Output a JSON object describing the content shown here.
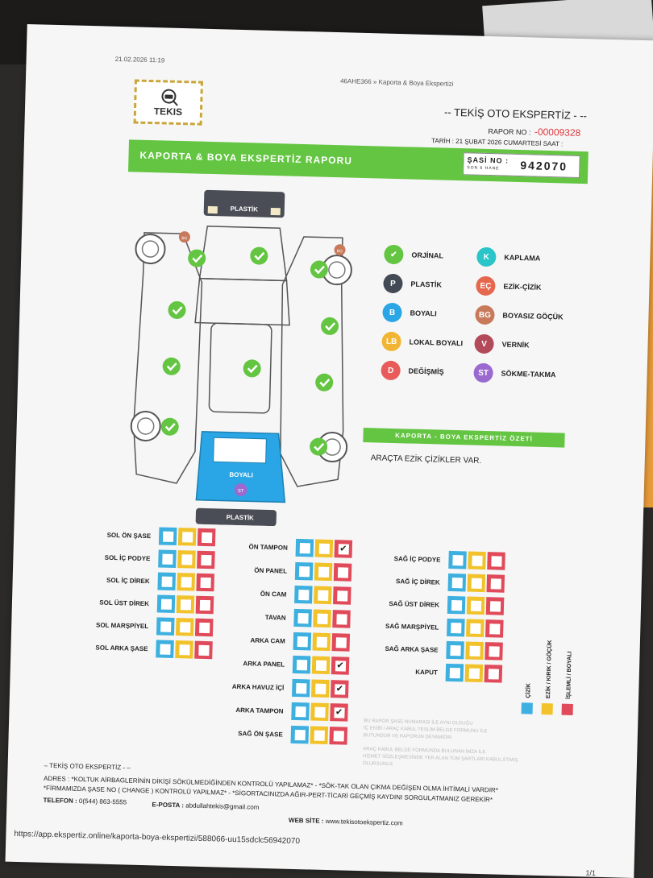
{
  "header": {
    "datetime": "21.02.2026 11:19",
    "doc_title": "46AHE366 » Kaporta & Boya Ekspertizi",
    "logo_text": "TEKIS",
    "company": "-- TEKİŞ OTO EKSPERTİZ - --",
    "report_no_label": "RAPOR NO :",
    "report_no": "-00009328",
    "date_label": "TARİH : 21 ŞUBAT 2026 CUMARTESİ   SAAT :"
  },
  "banner": {
    "title": "KAPORTA & BOYA EKSPERTİZ RAPORU",
    "chassis_label": "ŞASİ NO :",
    "chassis_sub": "SON 6 HANE",
    "chassis_value": "942070"
  },
  "diagram": {
    "top_label": "PLASTİK",
    "bottom_label": "PLASTİK",
    "rear_label": "BOYALI",
    "rear_badge": "ST",
    "badge_bg": "BG"
  },
  "legend": [
    {
      "code": "✔",
      "label": "ORJİNAL",
      "color": "#63c541"
    },
    {
      "code": "K",
      "label": "KAPLAMA",
      "color": "#2bc4c9"
    },
    {
      "code": "P",
      "label": "PLASTİK",
      "color": "#444a55"
    },
    {
      "code": "EÇ",
      "label": "EZİK-ÇİZİK",
      "color": "#e4674e"
    },
    {
      "code": "B",
      "label": "BOYALI",
      "color": "#2aa6e6"
    },
    {
      "code": "BG",
      "label": "BOYASIZ GÖÇÜK",
      "color": "#c8795a"
    },
    {
      "code": "LB",
      "label": "LOKAL BOYALI",
      "color": "#f2b533"
    },
    {
      "code": "V",
      "label": "VERNİK",
      "color": "#b24a5a"
    },
    {
      "code": "D",
      "label": "DEĞİŞMİŞ",
      "color": "#e95a5a"
    },
    {
      "code": "ST",
      "label": "SÖKME-TAKMA",
      "color": "#9a6ad0"
    }
  ],
  "summary": {
    "title": "KAPORTA - BOYA EKSPERTİZ ÖZETİ",
    "text": "ARAÇTA EZİK ÇİZİKLER VAR."
  },
  "grid_left": [
    "SOL ÖN ŞASE",
    "SOL İÇ PODYE",
    "SOL İÇ DİREK",
    "SOL ÜST DİREK",
    "SOL MARŞPİYEL",
    "SOL ARKA ŞASE"
  ],
  "grid_mid": [
    {
      "label": "ÖN TAMPON",
      "checked": true
    },
    {
      "label": "ÖN PANEL",
      "checked": false
    },
    {
      "label": "ÖN CAM",
      "checked": false
    },
    {
      "label": "TAVAN",
      "checked": false
    },
    {
      "label": "ARKA CAM",
      "checked": false
    },
    {
      "label": "ARKA PANEL",
      "checked": true
    },
    {
      "label": "ARKA HAVUZ İÇİ",
      "checked": true
    },
    {
      "label": "ARKA TAMPON",
      "checked": true
    },
    {
      "label": "SAĞ ÖN ŞASE",
      "checked": false
    }
  ],
  "grid_right": [
    "SAĞ İÇ PODYE",
    "SAĞ İÇ DİREK",
    "SAĞ ÜST DİREK",
    "SAĞ MARŞPİYEL",
    "SAĞ ARKA ŞASE",
    "KAPUT"
  ],
  "grid_legend": {
    "cizik": "ÇİZİK",
    "ezik": "EZİK / KIRIK / GÖÇÜK",
    "islemli": "İŞLEMLİ / BOYALI"
  },
  "notes": [
    "BU RAPOR ŞASE NUMARASI İLE AYNI OLDUĞU",
    "İÇ EKİBİ / ARAÇ KABUL TESLİM BELGE FORMUNU İLE",
    "BUTUNDÜR VE RAPORUN DEVAMIDIR.",
    "ARAÇ KABUL BELGE FORMUNDA BULUNAN İMZA İLE",
    "HİZMET SÖZLEŞMESİNDE YER ALAN TÜM ŞARTLARI KABUL ETMİŞ",
    "OLURSUNUZ."
  ],
  "footer": {
    "company": "– TEKİŞ OTO EKSPERTİZ - –",
    "line1": "ADRES : *KOLTUK AİRBAGLERİNİN DİKİŞİ SÖKÜLMEDİĞİNDEN KONTROLÜ YAPILAMAZ* - *SÖK-TAK OLAN ÇIKMA DEĞİŞEN OLMA İHTİMALİ VARDIR*",
    "line2": "*FİRMAMIZDA ŞASE NO ( CHANGE ) KONTROLÜ YAPILMAZ* - *SİGORTACINIZDA AĞIR-PERT-TİCARİ GEÇMİŞ KAYDINI SORGULATMANIZ GEREKİR*",
    "phone_label": "TELEFON :",
    "phone": "0(544) 863-5555",
    "email_label": "E-POSTA :",
    "email": "abdullahtekis@gmail.com",
    "web_label": "WEB SİTE :",
    "web": "www.tekisotoekspertiz.com",
    "url": "https://app.ekspertiz.online/kaporta-boya-ekspertizi/588066-uu15sdclc56942070",
    "page": "1/1"
  }
}
